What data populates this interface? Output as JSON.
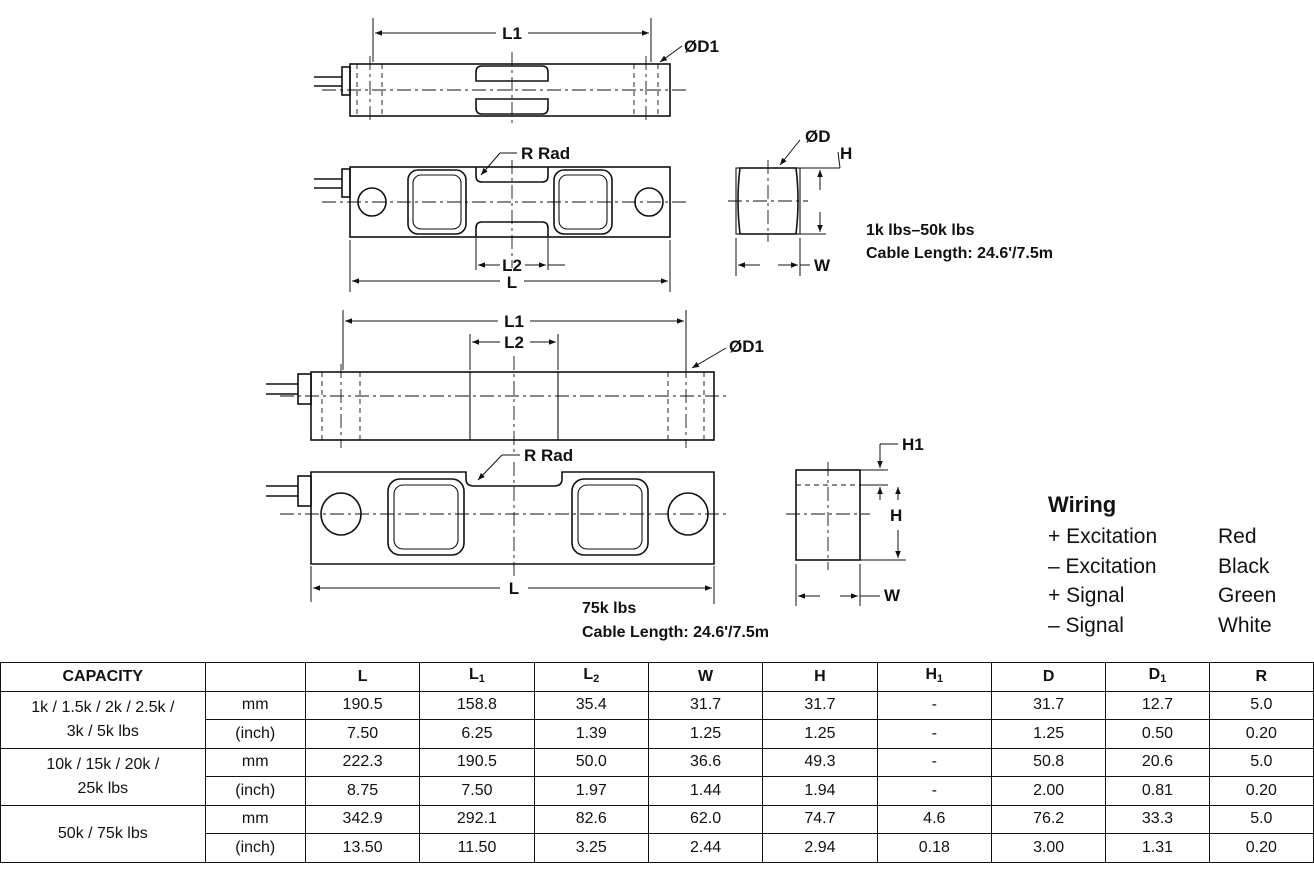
{
  "drawing": {
    "labels": {
      "l1": "L1",
      "d1": "ØD1",
      "r_rad": "R Rad",
      "d": "ØD",
      "h": "H",
      "w": "W",
      "l2": "L2",
      "l": "L",
      "h1": "H1"
    },
    "notes": {
      "small_range": "1k lbs–50k lbs",
      "small_cable": "Cable Length: 24.6'/7.5m",
      "large_range": "75k lbs",
      "large_cable": "Cable Length: 24.6'/7.5m"
    }
  },
  "wiring": {
    "title": "Wiring",
    "rows": [
      {
        "signal": "+ Excitation",
        "color": "Red"
      },
      {
        "signal": "– Excitation",
        "color": "Black"
      },
      {
        "signal": "+ Signal",
        "color": "Green"
      },
      {
        "signal": "– Signal",
        "color": "White"
      }
    ]
  },
  "table": {
    "headers": {
      "capacity": "CAPACITY",
      "l": "L",
      "l1": "L",
      "l1_sub": "1",
      "l2": "L",
      "l2_sub": "2",
      "w": "W",
      "h": "H",
      "h1": "H",
      "h1_sub": "1",
      "d": "D",
      "d1": "D",
      "d1_sub": "1",
      "r": "R"
    },
    "groups": [
      {
        "capacity_line1": "1k / 1.5k / 2k / 2.5k /",
        "capacity_line2": "3k / 5k lbs",
        "mm": {
          "unit": "mm",
          "values": [
            "190.5",
            "158.8",
            "35.4",
            "31.7",
            "31.7",
            "-",
            "31.7",
            "12.7",
            "5.0"
          ]
        },
        "inch": {
          "unit": "(inch)",
          "values": [
            "7.50",
            "6.25",
            "1.39",
            "1.25",
            "1.25",
            "-",
            "1.25",
            "0.50",
            "0.20"
          ]
        }
      },
      {
        "capacity_line1": "10k / 15k / 20k /",
        "capacity_line2": "25k lbs",
        "mm": {
          "unit": "mm",
          "values": [
            "222.3",
            "190.5",
            "50.0",
            "36.6",
            "49.3",
            "-",
            "50.8",
            "20.6",
            "5.0"
          ]
        },
        "inch": {
          "unit": "(inch)",
          "values": [
            "8.75",
            "7.50",
            "1.97",
            "1.44",
            "1.94",
            "-",
            "2.00",
            "0.81",
            "0.20"
          ]
        }
      },
      {
        "capacity_line1": "50k / 75k lbs",
        "capacity_line2": "",
        "mm": {
          "unit": "mm",
          "values": [
            "342.9",
            "292.1",
            "82.6",
            "62.0",
            "74.7",
            "4.6",
            "76.2",
            "33.3",
            "5.0"
          ]
        },
        "inch": {
          "unit": "(inch)",
          "values": [
            "13.50",
            "11.50",
            "3.25",
            "2.44",
            "2.94",
            "0.18",
            "3.00",
            "1.31",
            "0.20"
          ]
        }
      }
    ]
  }
}
